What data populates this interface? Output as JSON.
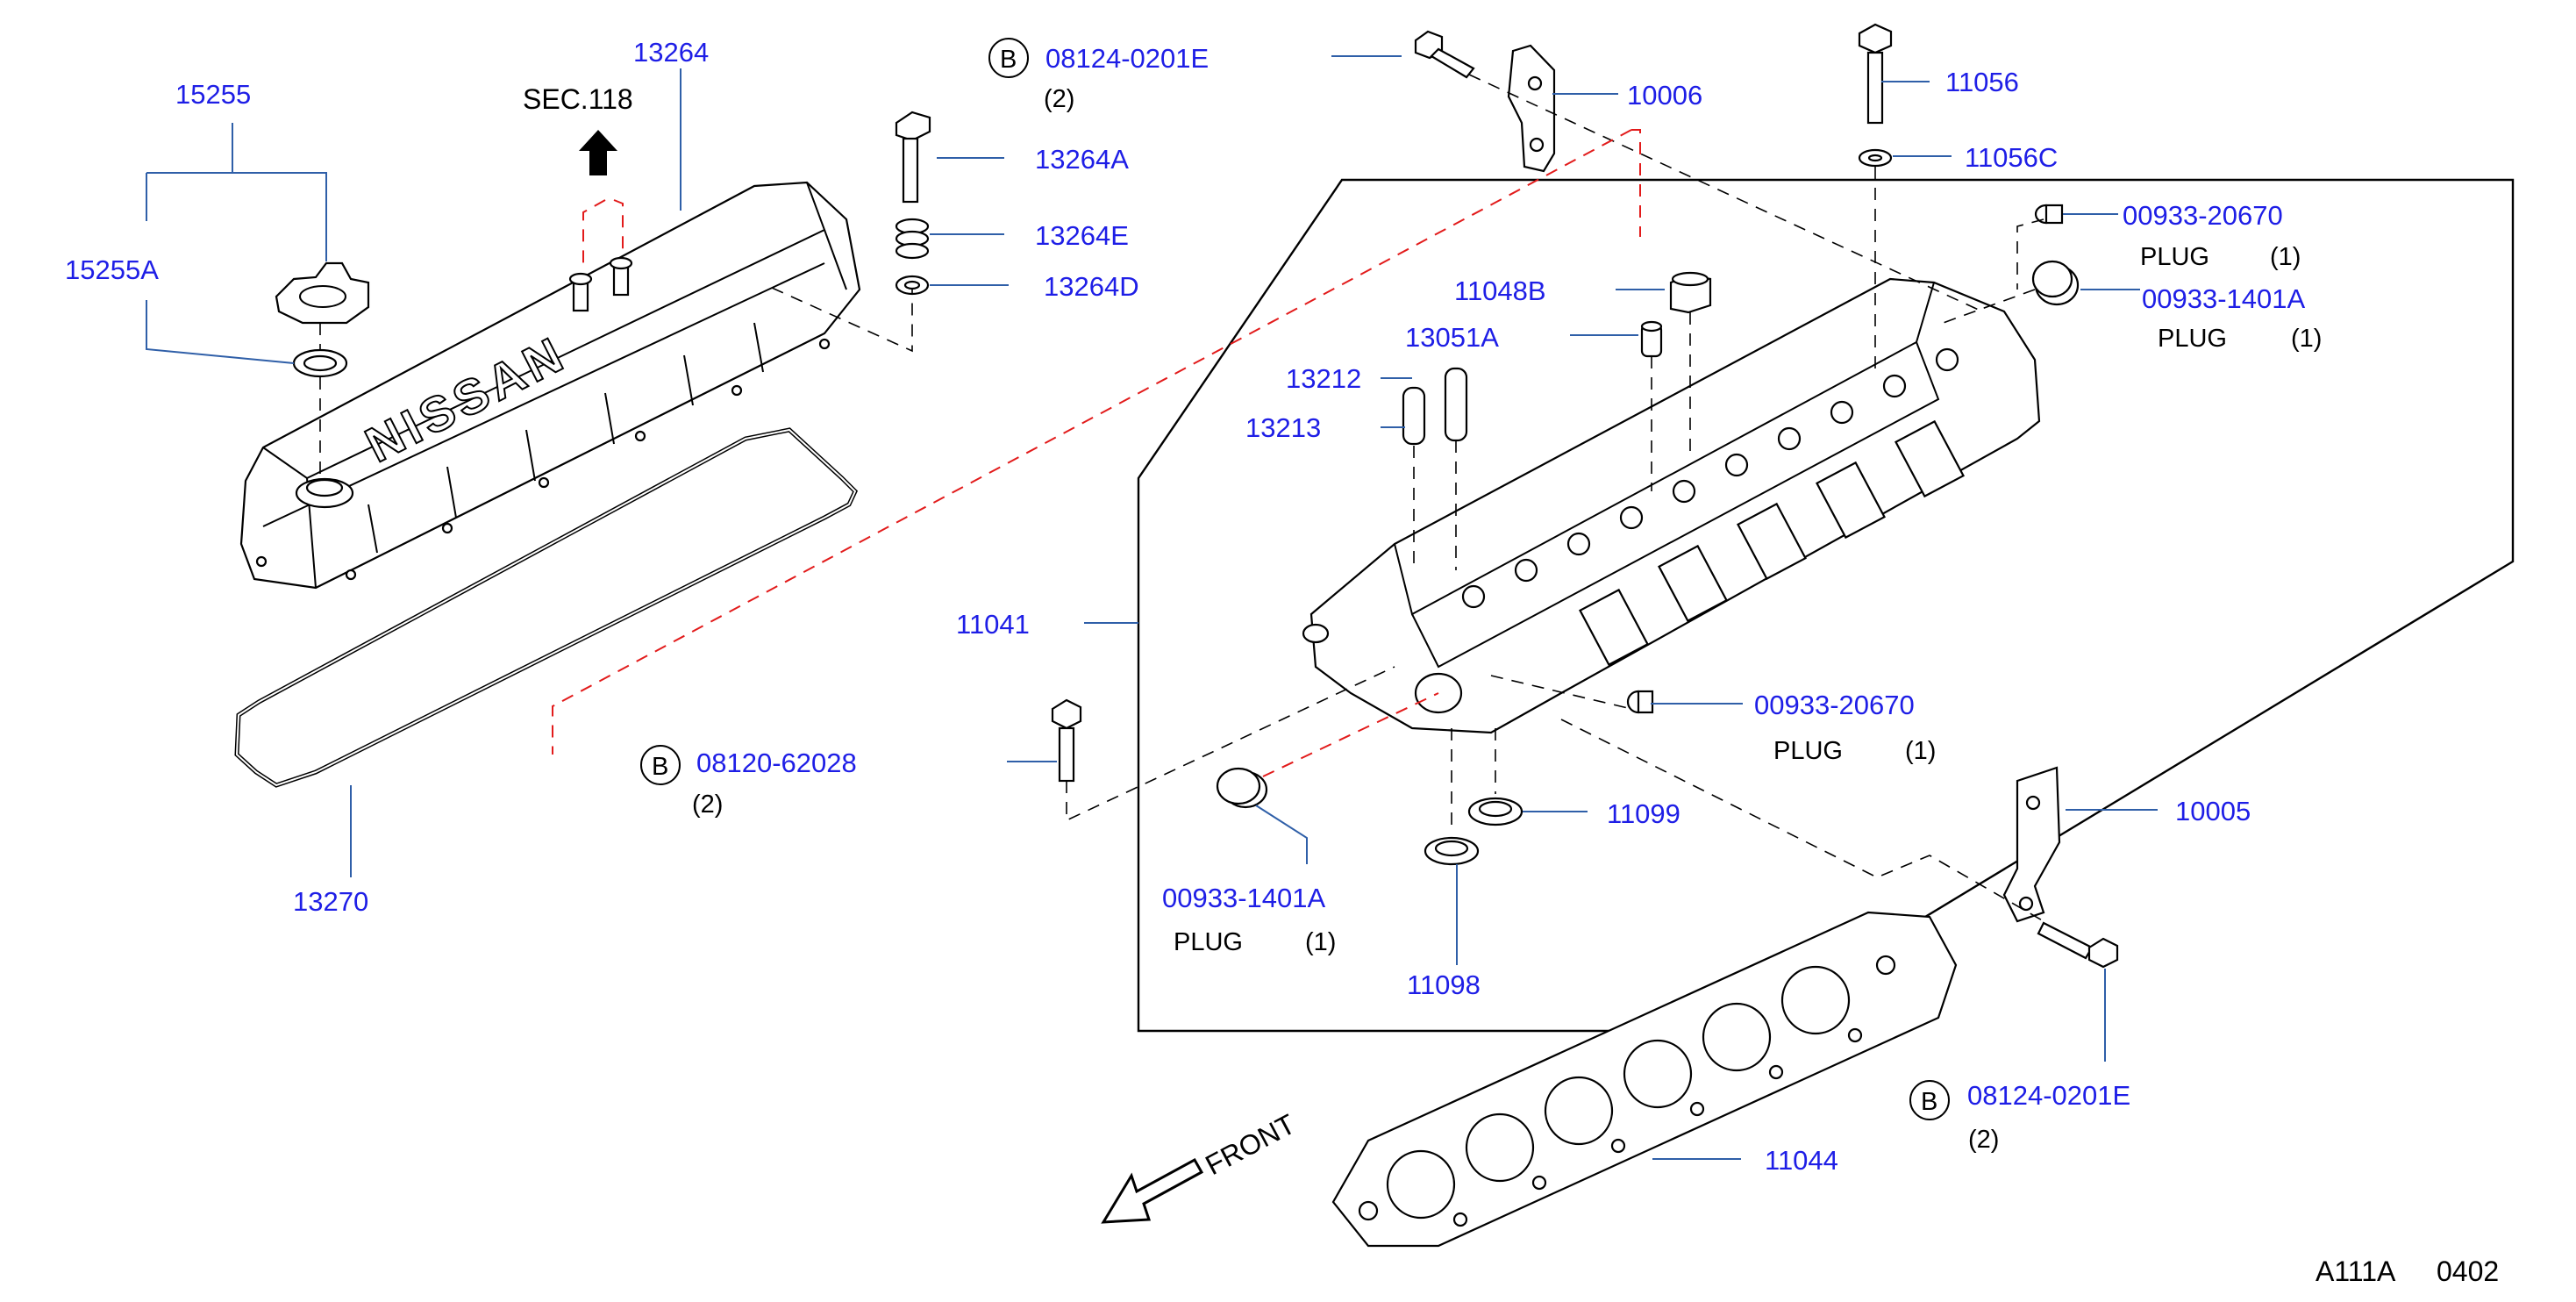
{
  "colors": {
    "label_blue": "#1e1ee6",
    "leader_blue": "#2f5fa8",
    "text_black": "#000000",
    "dash_red": "#e21b1b"
  },
  "section_ref": {
    "text": "SEC.118"
  },
  "parts": {
    "p15255": "15255",
    "p15255A": "15255A",
    "p13264": "13264",
    "p13264A": "13264A",
    "p13264E": "13264E",
    "p13264D": "13264D",
    "p13270": "13270",
    "p08120_62028": "08120-62028",
    "p08124_0201E_top": "08124-0201E",
    "p10006": "10006",
    "p11056": "11056",
    "p11056C": "11056C",
    "p00933_20670_top": "00933-20670",
    "p00933_1401A_top": "00933-1401A",
    "p11048B": "11048B",
    "p13051A": "13051A",
    "p13212": "13212",
    "p13213": "13213",
    "p11041": "11041",
    "p00933_20670_mid": "00933-20670",
    "p11099": "11099",
    "p10005": "10005",
    "p00933_1401A_bot": "00933-1401A",
    "p11098": "11098",
    "p08124_0201E_bot": "08124-0201E",
    "p11044": "11044"
  },
  "sub_labels": {
    "plug": "PLUG",
    "qty1": "(1)",
    "qty2": "(2)",
    "bolt_marker": "B"
  },
  "cover_logo": "NISSAN",
  "direction": {
    "front": "FRONT"
  },
  "footer": {
    "code": "A111A",
    "date": "0402"
  }
}
